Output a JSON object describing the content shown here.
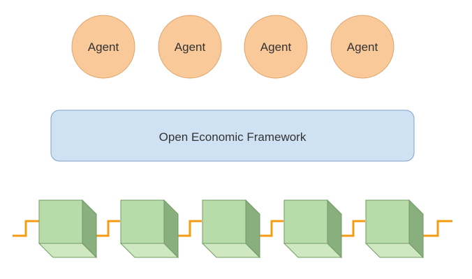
{
  "agents": [
    {
      "label": "Agent"
    },
    {
      "label": "Agent"
    },
    {
      "label": "Agent"
    },
    {
      "label": "Agent"
    }
  ],
  "framework": {
    "label": "Open Economic Framework"
  },
  "blockchain": {
    "block_count": 5
  },
  "colors": {
    "agent_fill": "#f9c999",
    "agent_stroke": "#e0a46a",
    "framework_fill": "#cfe2f3",
    "framework_stroke": "#7da2c9",
    "block_front": "#b8dbaa",
    "block_side": "#8aaf7e",
    "block_bottom": "#cfe8c2",
    "block_stroke": "#6f9a62",
    "chain": "#f39c12"
  }
}
